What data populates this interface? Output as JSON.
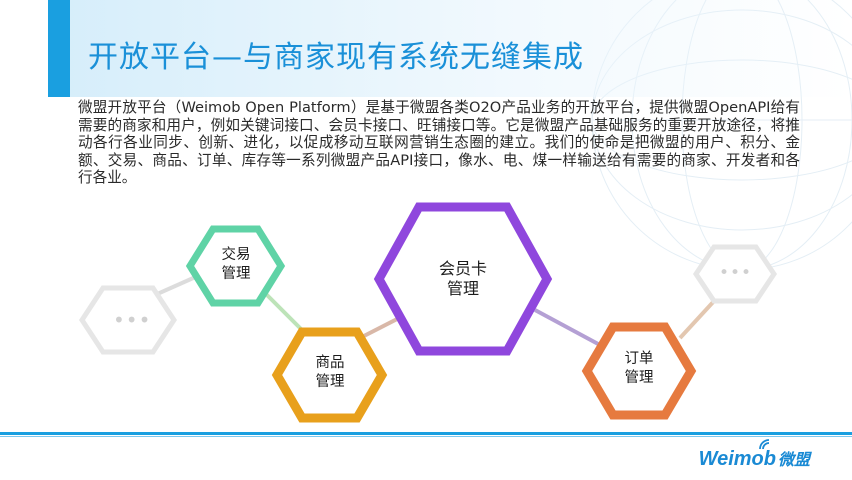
{
  "slide": {
    "title": "开放平台—与商家现有系统无缝集成",
    "intro": "微盟开放平台（Weimob Open Platform）是基于微盟各类O2O产品业务的开放平台，提供微盟OpenAPI给有需要的商家和用户，例如关键词接口、会员卡接口、旺铺接口等。它是微盟产品基础服务的重要开放途径，将推动各行各业同步、创新、进化，以促成移动互联网营销生态圈的建立。我们的使命是把微盟的用户、积分、金额、交易、商品、订单、库存等一系列微盟产品API接口，像水、电、煤一样输送给有需要的商家、开发者和各行各业。"
  },
  "diagram": {
    "nodes": [
      {
        "line1": "交易",
        "line2": "管理",
        "color": "#5fd3a6"
      },
      {
        "line1": "商品",
        "line2": "管理",
        "color": "#e8a01c"
      },
      {
        "line1": "会员卡",
        "line2": "管理",
        "color": "#8f47dd"
      },
      {
        "line1": "订单",
        "line2": "管理",
        "color": "#e67a3f"
      }
    ],
    "placeholder_dots": "•••"
  },
  "footer": {
    "logo_text": "Weimob",
    "logo_cn": "微盟"
  },
  "colors": {
    "accent": "#1a9fe0",
    "title": "#1a90d8"
  }
}
